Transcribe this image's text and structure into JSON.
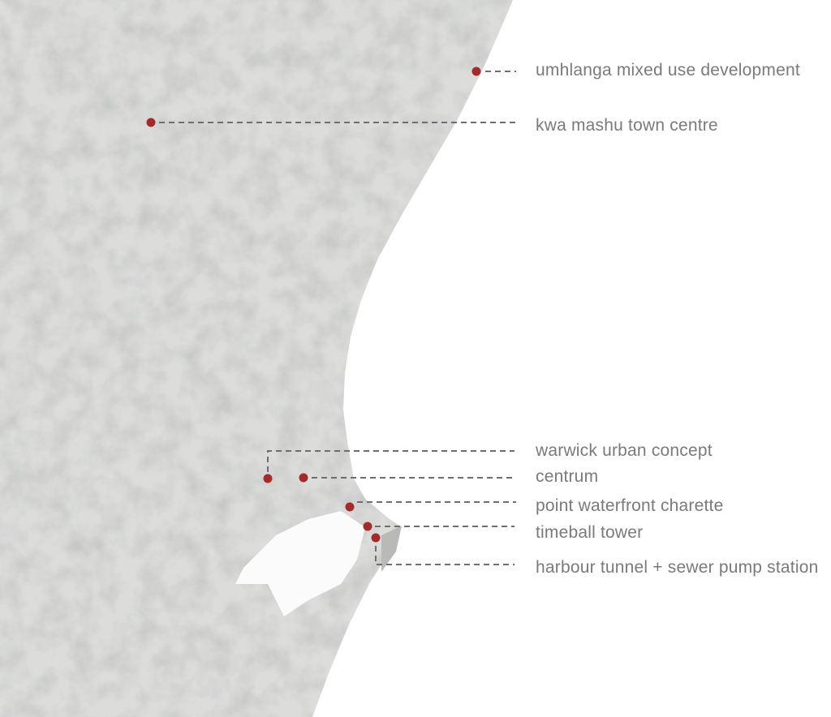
{
  "map": {
    "marker_color": "#a52a2a",
    "leader_color": "#6e6e6e",
    "land_color": "#d6d7d5",
    "sites": [
      {
        "id": "umhlanga",
        "label": "umhlanga mixed use development"
      },
      {
        "id": "kwamashu",
        "label": "kwa mashu town centre"
      },
      {
        "id": "warwick",
        "label": "warwick urban concept"
      },
      {
        "id": "centrum",
        "label": "centrum"
      },
      {
        "id": "point",
        "label": "point waterfront charette"
      },
      {
        "id": "timeball",
        "label": "timeball tower"
      },
      {
        "id": "harbour",
        "label": "harbour tunnel + sewer pump station"
      }
    ]
  }
}
